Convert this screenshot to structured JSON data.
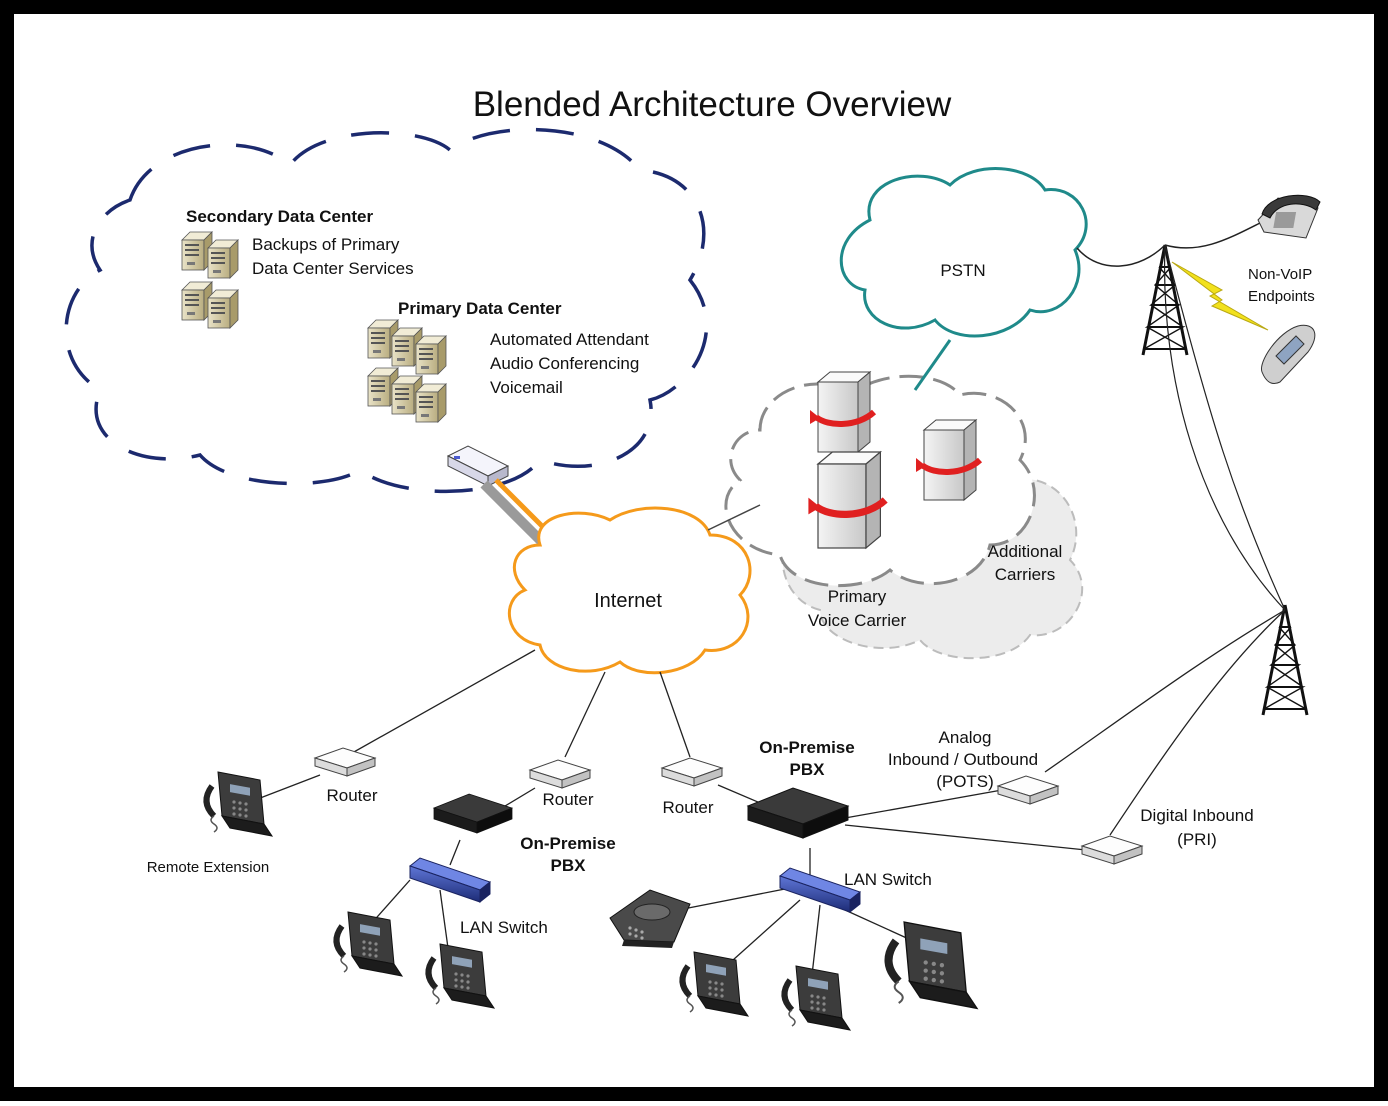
{
  "title": "Blended Architecture Overview",
  "secondary_dc": {
    "heading": "Secondary Data Center",
    "line1": "Backups of Primary",
    "line2": "Data Center Services"
  },
  "primary_dc": {
    "heading": "Primary Data Center",
    "line1": "Automated Attendant",
    "line2": "Audio Conferencing",
    "line3": "Voicemail"
  },
  "pstn": "PSTN",
  "non_voip": {
    "line1": "Non-VoIP",
    "line2": "Endpoints"
  },
  "additional_carriers": {
    "line1": "Additional",
    "line2": "Carriers"
  },
  "primary_carrier": {
    "line1": "Primary",
    "line2": "Voice Carrier"
  },
  "internet": "Internet",
  "router_label": "Router",
  "remote_extension": "Remote Extension",
  "on_premise_pbx": {
    "line1": "On-Premise",
    "line2": "PBX"
  },
  "lan_switch": "LAN Switch",
  "analog": {
    "line1": "Analog",
    "line2": "Inbound / Outbound",
    "line3": "(POTS)"
  },
  "digital": {
    "line1": "Digital Inbound",
    "line2": "(PRI)"
  },
  "colors": {
    "frame": "#000000",
    "dc_cloud": "#1c2a6e",
    "pstn_cloud": "#1f8a8a",
    "internet_cloud": "#f59a1b",
    "carrier_cloud": "#8a8a8a",
    "server_arrow": "#e02020",
    "bolt": "#f2e11c",
    "switch_blue": "#2b3f9a"
  }
}
